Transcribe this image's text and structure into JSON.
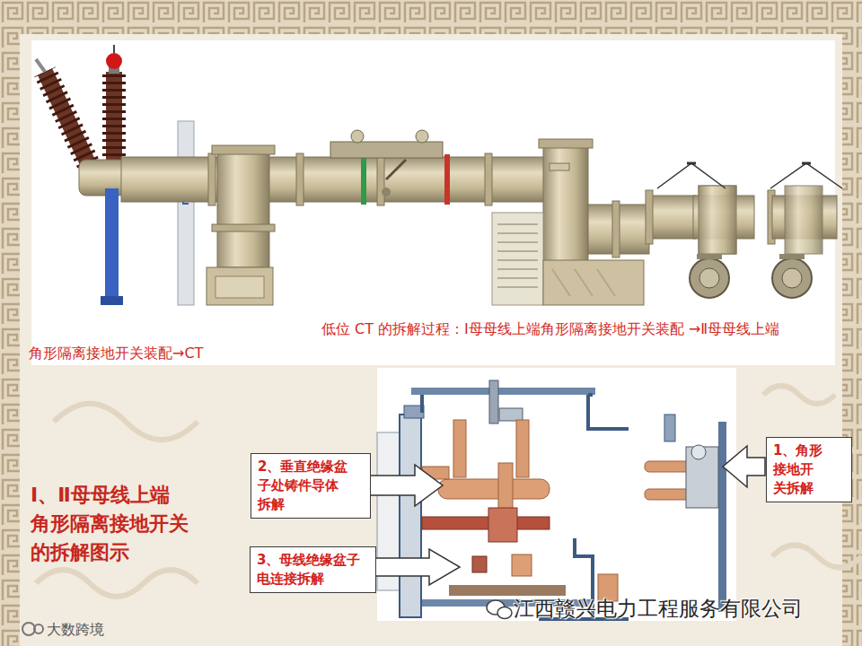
{
  "diagram": {
    "title": "Ⅰ、Ⅱ母母线上端 角形隔离接地开关 的拆解图示",
    "caption": "低位 CT 的拆解过程：Ⅰ母母线上端角形隔离接地开关装配 →Ⅱ母母线上端 角形隔离接地开关装配→CT",
    "nodes": [
      {
        "text": [
          "1、角形 接地开 关拆解"
        ]
      },
      {
        "text": [
          "2、垂直绝缘盆 子处铸件导体 拆解"
        ]
      },
      {
        "text": [
          "3、母线绝缘盆子 电连接拆解"
        ]
      }
    ],
    "labels": [
      "江西赣兴电力工程服务有限公司",
      "大数跨境"
    ]
  }
}
